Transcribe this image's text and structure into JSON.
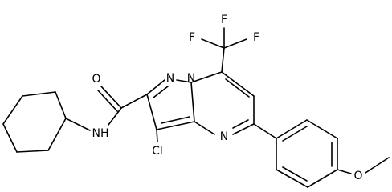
{
  "molecule": {
    "atom_labels": {
      "f_top_left": "F",
      "f_top_right": "F",
      "f_bottom": "F",
      "n_bridgehead_left": "N",
      "n_bridgehead_right": "N",
      "n_ring_lower": "N",
      "o_carbonyl": "O",
      "nh_amide": "NH",
      "cl": "Cl",
      "o_methoxy": "O"
    },
    "colors": {
      "bond": "#000000",
      "text": "#000000",
      "background": "#ffffff"
    }
  }
}
